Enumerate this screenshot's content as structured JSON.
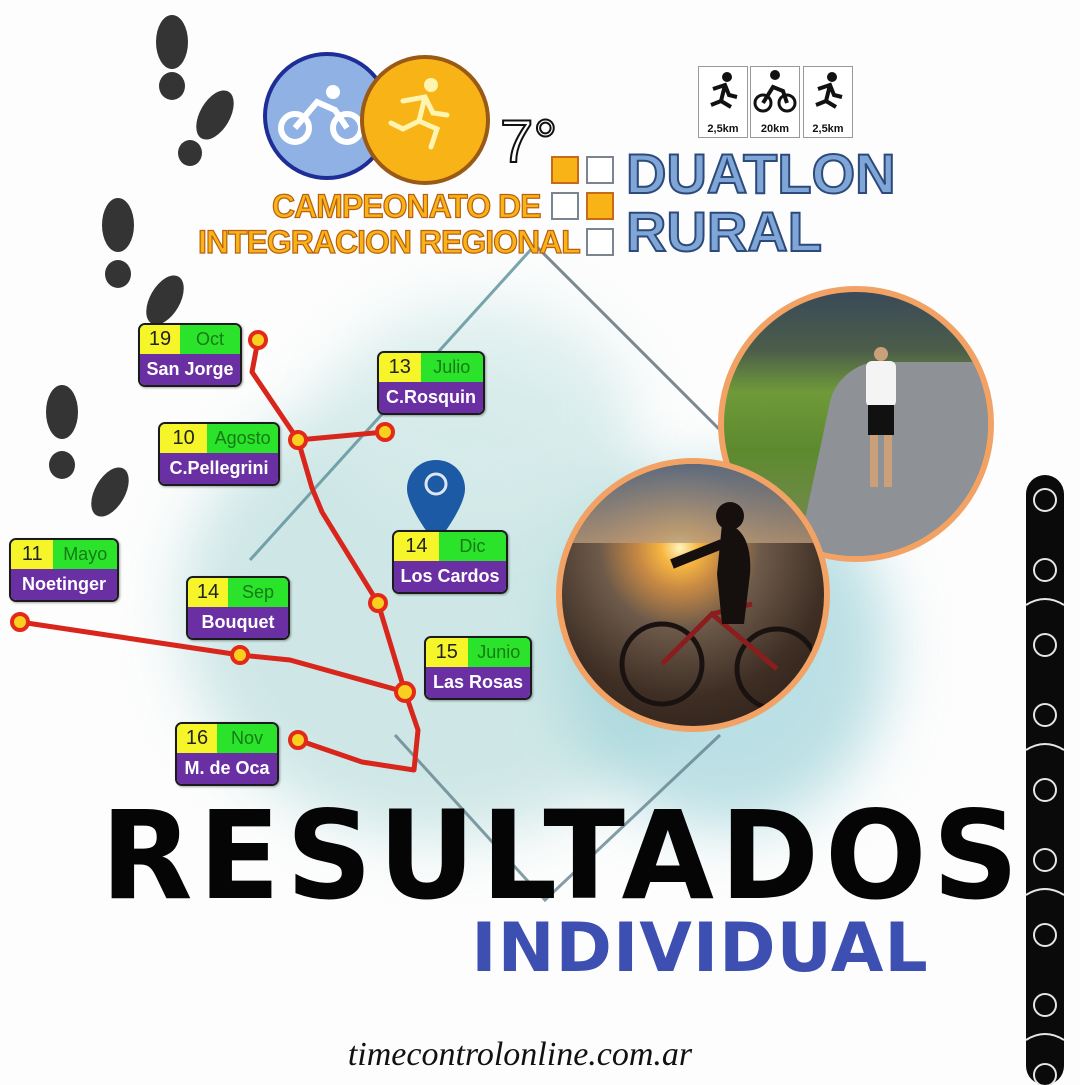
{
  "logo": {
    "edition": "7°",
    "line1": "CAMPEONATO DE",
    "line2": "INTEGRACION REGIONAL",
    "title1": "DUATLON",
    "title2": "RURAL",
    "icons": [
      "bicycle-icon",
      "runner-icon"
    ]
  },
  "event_segments": [
    {
      "icon": "runner-icon",
      "distance": "2,5km"
    },
    {
      "icon": "cyclist-icon",
      "distance": "20km"
    },
    {
      "icon": "runner-icon",
      "distance": "2,5km"
    }
  ],
  "stages": [
    {
      "day": "19",
      "month": "Oct",
      "town": "San Jorge"
    },
    {
      "day": "13",
      "month": "Julio",
      "town": "C.Rosquin"
    },
    {
      "day": "10",
      "month": "Agosto",
      "town": "C.Pellegrini"
    },
    {
      "day": "14",
      "month": "Dic",
      "town": "Los Cardos"
    },
    {
      "day": "11",
      "month": "Mayo",
      "town": "Noetinger"
    },
    {
      "day": "14",
      "month": "Sep",
      "town": "Bouquet"
    },
    {
      "day": "15",
      "month": "Junio",
      "town": "Las Rosas"
    },
    {
      "day": "16",
      "month": "Nov",
      "town": "M. de Oca"
    }
  ],
  "headline": "RESULTADOS",
  "subheadline": "INDIVIDUAL",
  "footer": "timecontrolonline.com.ar",
  "colors": {
    "route": "#d8261c",
    "day_bg": "#f5f52a",
    "month_bg": "#2be32b",
    "town_bg": "#6a2fa3",
    "logo_blue": "#8fb1e4",
    "logo_orange": "#f8b417",
    "title_blue": "#7fa6d6",
    "subheadline": "#3d4fb0",
    "photo_border": "#f2a265"
  }
}
